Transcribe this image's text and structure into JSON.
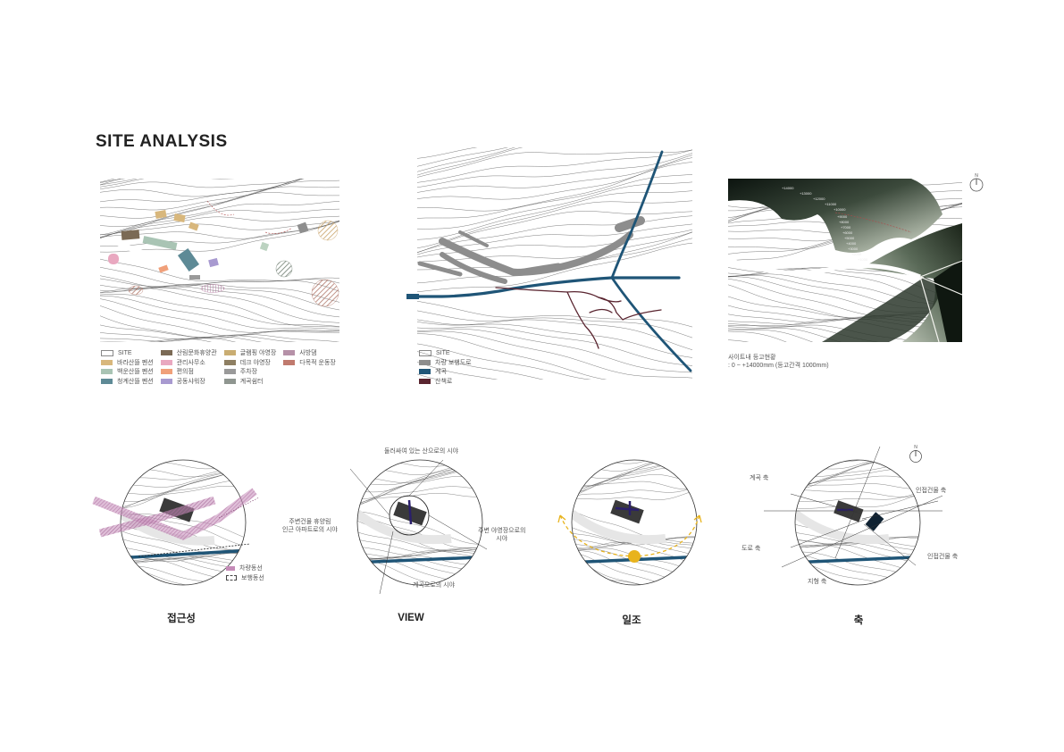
{
  "title": "SITE ANALYSIS",
  "north": {
    "label": "N"
  },
  "panel1": {
    "legend_columns": [
      [
        {
          "label": "SITE",
          "color": "#ffffff"
        },
        {
          "label": "바라산뜰 펜션",
          "color": "#d8b77c"
        },
        {
          "label": "백운산뜰 펜션",
          "color": "#a9c4b4"
        },
        {
          "label": "청계산뜰 펜션",
          "color": "#5e8a96"
        }
      ],
      [
        {
          "label": "산림문화휴양관",
          "color": "#7b6a55"
        },
        {
          "label": "관리사무소",
          "color": "#e9a8c0"
        },
        {
          "label": "편의점",
          "color": "#f0a07a"
        },
        {
          "label": "공동샤워장",
          "color": "#a89ad0"
        }
      ],
      [
        {
          "label": "글램핑 야영장",
          "color": "#c9ad72"
        },
        {
          "label": "데크 야영장",
          "color": "#8e7f62"
        },
        {
          "label": "주차장",
          "color": "#9a9a9a"
        },
        {
          "label": "계곡쉼터",
          "color": "#8f9690"
        }
      ],
      [
        {
          "label": "사방댐",
          "color": "#b691a8"
        },
        {
          "label": "다목적 운동장",
          "color": "#c07a6e"
        }
      ]
    ]
  },
  "panel2": {
    "legend": [
      {
        "label": "SITE",
        "color": "#ffffff"
      },
      {
        "label": "차량 보행도로",
        "color": "#8d8d8d"
      },
      {
        "label": "계곡",
        "color": "#1f5577"
      },
      {
        "label": "산책로",
        "color": "#5a2530"
      }
    ]
  },
  "panel3": {
    "caption_line1": "사이트내 등고현황",
    "caption_line2": ": 0 ~ +14000mm (등고간격 1000mm)",
    "contour_labels": [
      "+14000",
      "+13000",
      "+12000",
      "+11000",
      "+10000",
      "+9000",
      "+8000",
      "+7000",
      "+6000",
      "+5000",
      "+4000",
      "+3000",
      "+2000",
      "+1000"
    ]
  },
  "diagram1": {
    "caption": "접근성",
    "legend": [
      {
        "label": "차량동선",
        "color": "#c58bb8"
      },
      {
        "label": "보행동선",
        "color": "#ffffff"
      }
    ]
  },
  "diagram2": {
    "caption": "VIEW",
    "labels": {
      "top": "둘러싸여 있는 산으로의 시야",
      "left_line1": "주변건물 휴양림",
      "left_line2": "인근 아파트로의 시야",
      "right_line1": "주변 야영장으로의",
      "right_line2": "시야",
      "bottom": "계곡으로의 시야"
    }
  },
  "diagram3": {
    "caption": "일조"
  },
  "diagram4": {
    "caption": "축",
    "labels": {
      "valley_axis": "계곡 축",
      "adjacent_top": "인접건물 축",
      "road_axis": "도로 축",
      "adjacent_bottom": "인접건물 축",
      "terrain_axis": "지형 축"
    }
  }
}
